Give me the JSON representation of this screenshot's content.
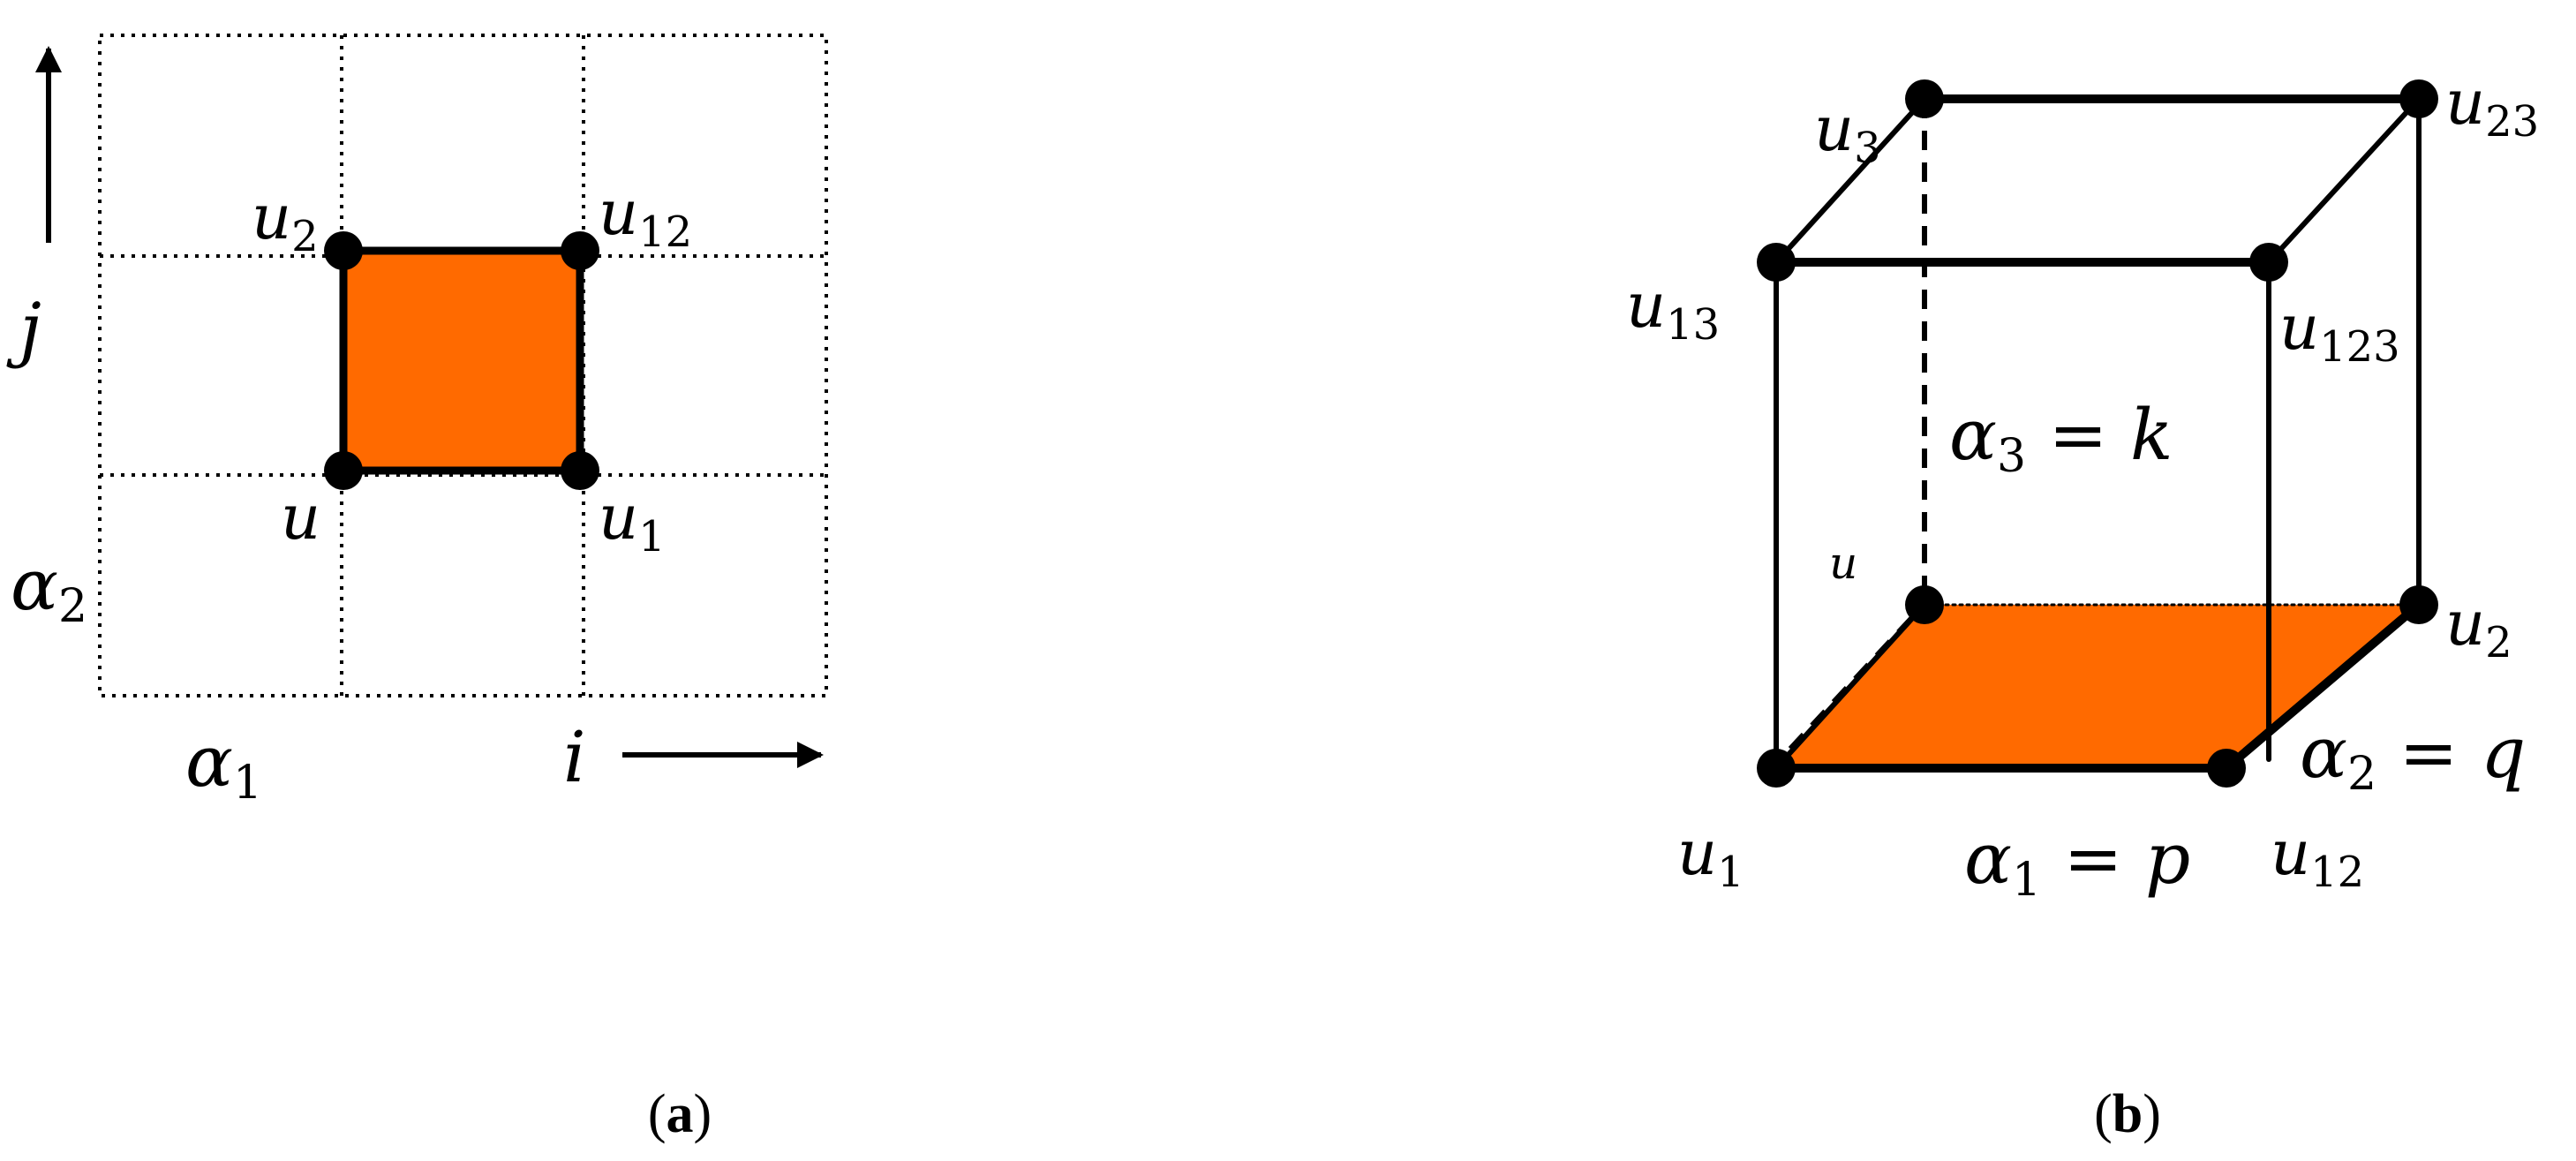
{
  "colors": {
    "face_fill": "#FF6A00",
    "stroke": "#000000",
    "background": "#FFFFFF"
  },
  "panel_a": {
    "caption_open": "(",
    "caption_letter": "a",
    "caption_close": ")",
    "labels": {
      "u2": {
        "base": "u",
        "sub": "2"
      },
      "u12": {
        "base": "u",
        "sub": "12"
      },
      "u": {
        "base": "u"
      },
      "u1": {
        "base": "u",
        "sub": "1"
      },
      "alpha2": {
        "base": "α",
        "sub": "2"
      },
      "alpha1": {
        "base": "α",
        "sub": "1"
      },
      "j_axis": "j",
      "i_axis": "i"
    }
  },
  "panel_b": {
    "caption_open": "(",
    "caption_letter": "b",
    "caption_close": ")",
    "labels": {
      "u3": {
        "base": "u",
        "sub": "3"
      },
      "u23": {
        "base": "u",
        "sub": "23"
      },
      "u13": {
        "base": "u",
        "sub": "13"
      },
      "u123": {
        "base": "u",
        "sub": "123"
      },
      "u": {
        "base": "u"
      },
      "u2": {
        "base": "u",
        "sub": "2"
      },
      "u1": {
        "base": "u",
        "sub": "1"
      },
      "u12": {
        "base": "u",
        "sub": "12"
      },
      "alpha3_eq": {
        "base": "α",
        "sub": "3",
        "rest": " = k"
      },
      "alpha2_eq": {
        "base": "α",
        "sub": "2",
        "rest": " = q"
      },
      "alpha1_eq": {
        "base": "α",
        "sub": "1",
        "rest": " = p"
      }
    }
  }
}
